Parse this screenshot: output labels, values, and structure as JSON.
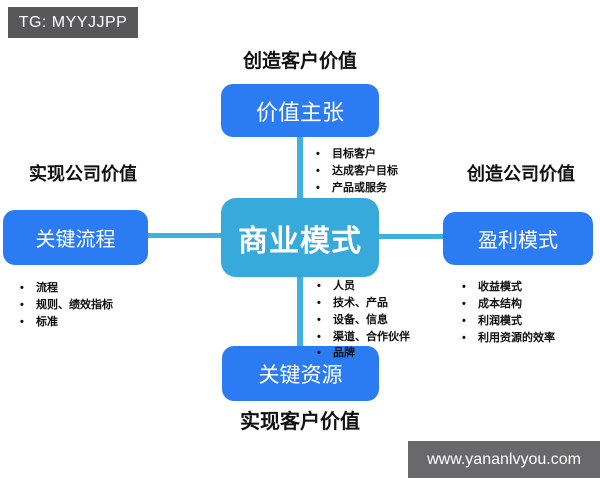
{
  "watermarks": {
    "top_left": "TG: MYYJJPP",
    "bottom_right": "www.yananlvyou.com"
  },
  "colors": {
    "box_blue": "#2b7bf2",
    "center_cyan": "#38a9db",
    "connector_cyan": "#3fb1e1",
    "badge_gray_top": "#58585a",
    "badge_gray_bottom": "#69696b"
  },
  "diagram": {
    "center": {
      "box_label": "商业模式"
    },
    "top": {
      "heading": "创造客户价值",
      "box_label": "价值主张",
      "bullets": [
        "目标客户",
        "达成客户目标",
        "产品或服务"
      ]
    },
    "left": {
      "heading": "实现公司价值",
      "box_label": "关键流程",
      "bullets": [
        "流程",
        "规则、绩效指标",
        "标准"
      ]
    },
    "right": {
      "heading": "创造公司价值",
      "box_label": "盈利模式",
      "bullets": [
        "收益模式",
        "成本结构",
        "利润模式",
        "利用资源的效率"
      ]
    },
    "bottom": {
      "heading": "实现客户价值",
      "box_label": "关键资源",
      "bullets": [
        "人员",
        "技术、产品",
        "设备、信息",
        "渠道、合作伙伴",
        "品牌"
      ]
    }
  },
  "bullet_glyph": "•"
}
